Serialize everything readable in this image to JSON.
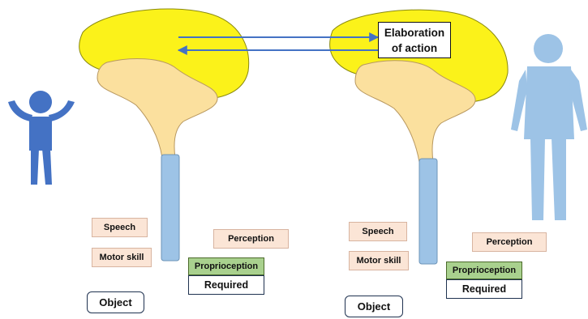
{
  "left_brain": {
    "speech": "Speech",
    "motor_skill": "Motor skill",
    "perception": "Perception",
    "proprioception": "Proprioception",
    "required": "Required",
    "object": "Object"
  },
  "right_brain": {
    "speech": "Speech",
    "motor_skill": "Motor skill",
    "perception": "Perception",
    "proprioception": "Proprioception",
    "required": "Required",
    "object": "Object"
  },
  "elaboration": {
    "line1": "Elaboration",
    "line2": "of action"
  },
  "colors": {
    "cortex": "#fbf21a",
    "inner_brain": "#fbe09e",
    "spinal_cord": "#9dc3e6",
    "child_figure": "#4472c4",
    "adult_figure": "#9dc3e6",
    "tag_fill": "#fbe5d6",
    "proprioception_fill": "#a9d18e",
    "arrow": "#4472c4"
  },
  "icons": [
    "child-figure-icon",
    "adult-figure-icon",
    "bidirectional-arrow-icon"
  ]
}
